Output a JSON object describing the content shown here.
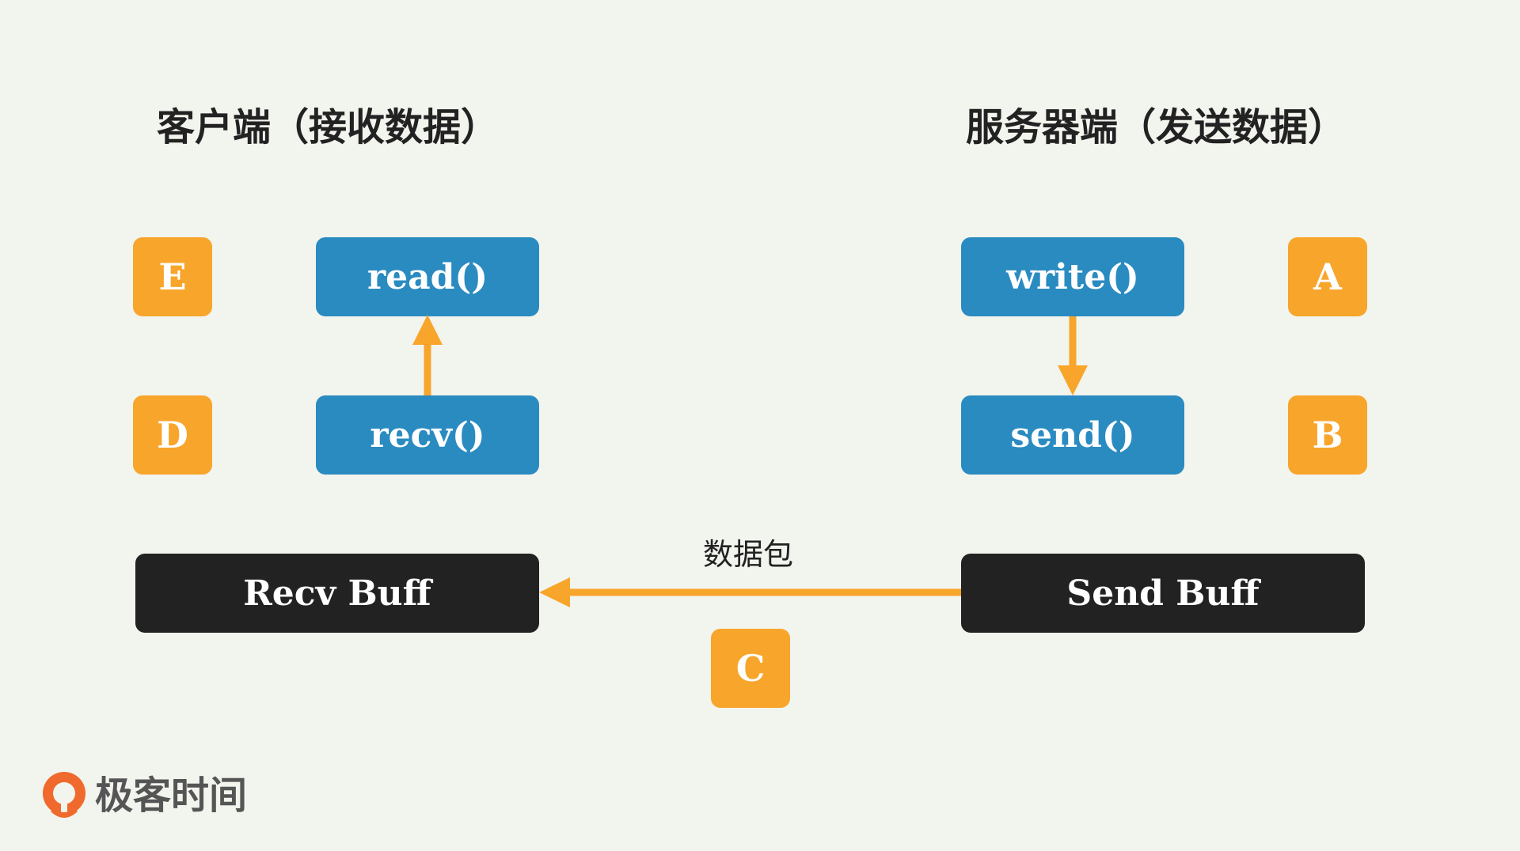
{
  "headings": {
    "client": "客户端（接收数据）",
    "server": "服务器端（发送数据）"
  },
  "client": {
    "badge_top": "E",
    "badge_bottom": "D",
    "fn_top": "read()",
    "fn_bottom": "recv()",
    "buffer": "Recv Buff"
  },
  "server": {
    "fn_top": "write()",
    "fn_bottom": "send()",
    "badge_top": "A",
    "badge_bottom": "B",
    "buffer": "Send Buff"
  },
  "transfer": {
    "label": "数据包",
    "badge": "C"
  },
  "logo": {
    "text": "极客时间"
  },
  "colors": {
    "background": "#f2f4ee",
    "badge": "#f8a52b",
    "function_box": "#2a8bc1",
    "buffer_box": "#222222",
    "arrow": "#f8a52b"
  }
}
